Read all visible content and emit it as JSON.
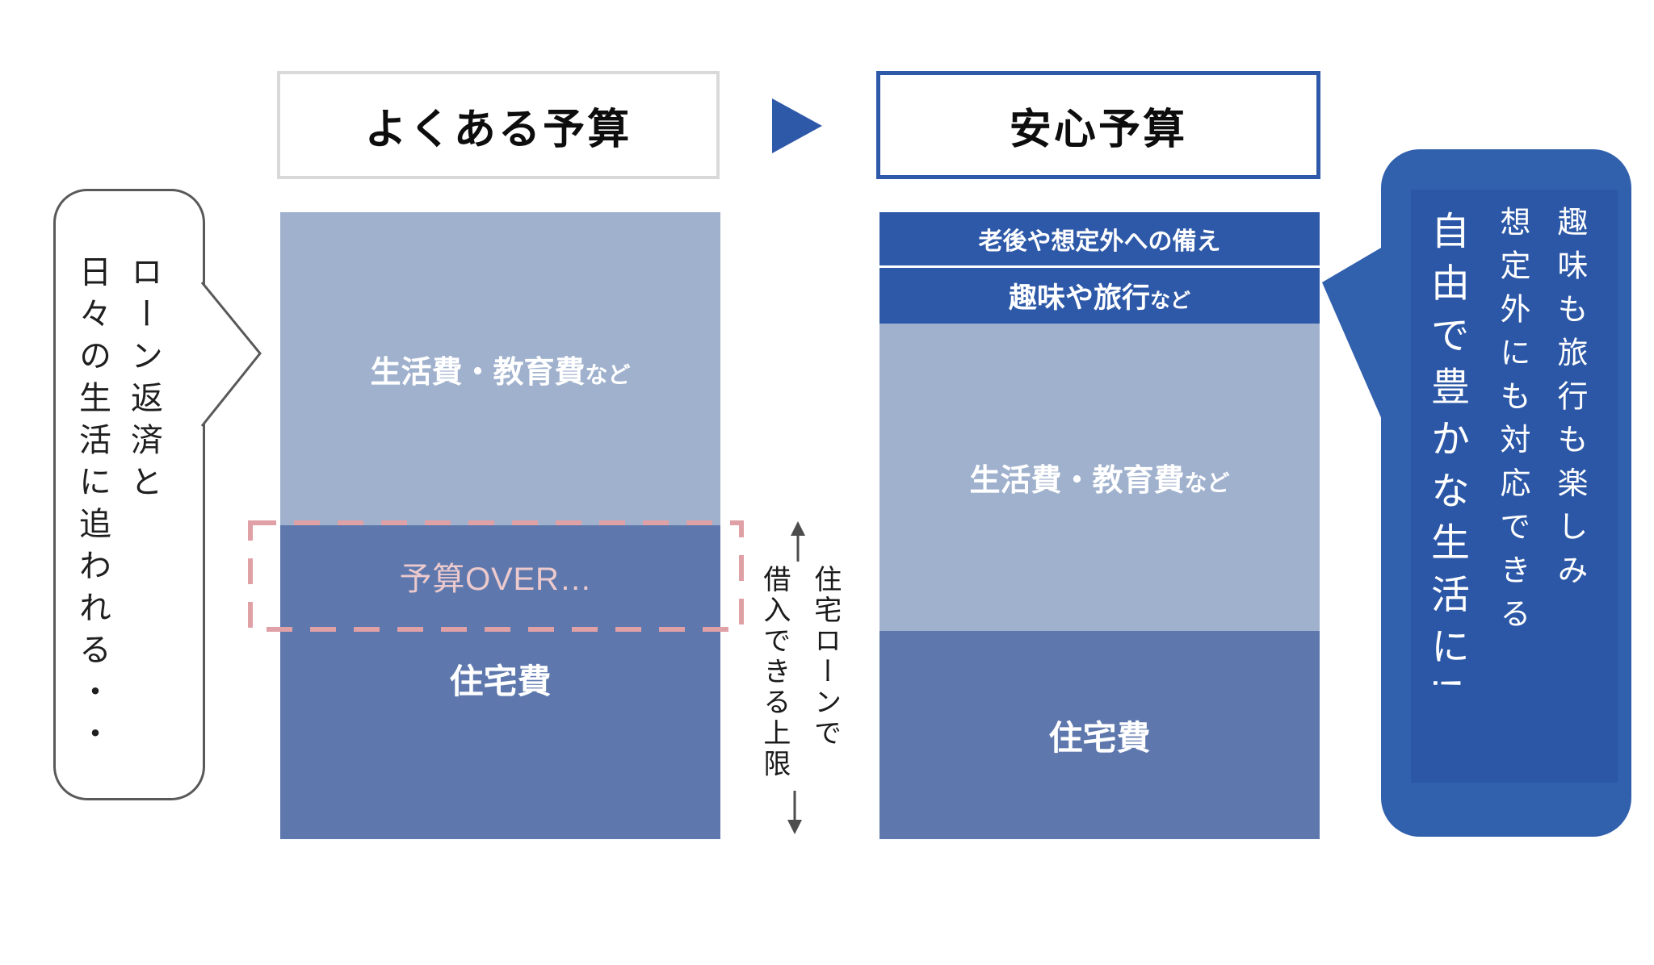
{
  "header": {
    "left_title": "よくある予算",
    "right_title": "安心予算"
  },
  "left_bubble": {
    "lines": [
      "ローン返済と",
      "日々の生活に追われる・・"
    ]
  },
  "common_budget_bar": {
    "living": {
      "label": "生活費・教育費",
      "suffix": "など"
    },
    "housing": {
      "label": "住宅費"
    },
    "over": {
      "label": "予算OVER…"
    }
  },
  "loan_limit_note": {
    "lines": [
      "住宅ローンで",
      "借入できる上限"
    ]
  },
  "secure_budget_bar": {
    "reserve": {
      "label": "老後や想定外への備え"
    },
    "hobby": {
      "label": "趣味や旅行",
      "suffix": "など"
    },
    "living": {
      "label": "生活費・教育費",
      "suffix": "など"
    },
    "housing": {
      "label": "住宅費"
    }
  },
  "right_bubble": {
    "lines": [
      "趣味も旅行も楽しみ",
      "想定外にも対応できる",
      "自由で豊かな生活に!"
    ]
  },
  "colors": {
    "dark_blue": "#2E59A8",
    "light_blue_gray": "#A0B1CE",
    "medium_blue": "#5E78AD",
    "pink_dash": "#DFA0A6",
    "pink_text": "#ECC9CC",
    "title_gray_border": "#D9D9D9",
    "bubble_gray_border": "#595959",
    "right_bubble_outer": "#3160AD",
    "right_bubble_inner": "#2B57A6"
  }
}
